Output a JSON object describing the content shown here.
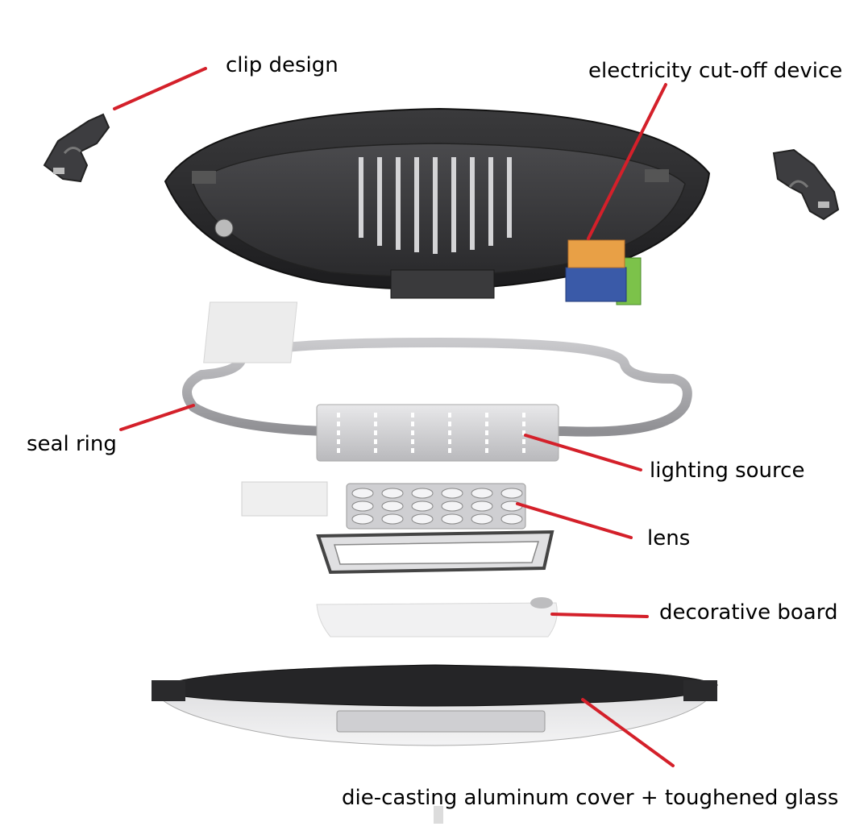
{
  "labels": {
    "clip_design": "clip design",
    "cutoff_device": "electricity cut-off device",
    "seal_ring": "seal ring",
    "lighting_source": "lighting source",
    "lens": "lens",
    "decorative_board": "decorative board",
    "cover": "die-casting aluminum cover + toughened glass"
  },
  "colors": {
    "leader_line": "#d4202a",
    "housing": "#2b2b2d",
    "cutoff_orange": "#e8a046",
    "cutoff_blue": "#3a5aa8",
    "cutoff_green": "#7cc24a"
  }
}
